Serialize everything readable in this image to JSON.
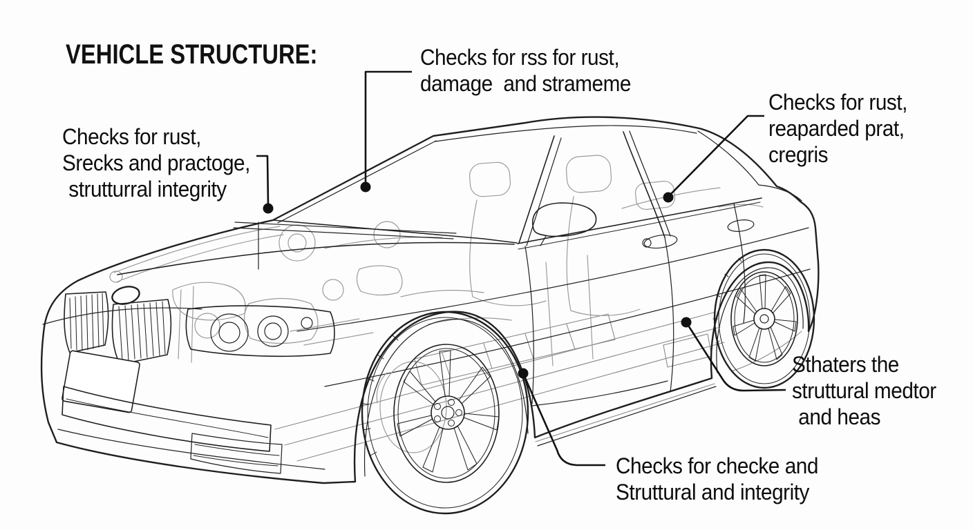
{
  "title": {
    "text": "VEHICLE STRUCTURE:"
  },
  "callouts": [
    {
      "name": "cowl-hood-area",
      "lines": [
        "Checks for rss for rust,",
        "damage  and strameme"
      ]
    },
    {
      "name": "b-pillar-area",
      "lines": [
        "Checks for rust,",
        "reaparded prat,",
        "cregris"
      ]
    },
    {
      "name": "front-fender-area",
      "lines": [
        "Checks for rust,",
        "Srecks and practoge,",
        "strutturral integrity"
      ]
    },
    {
      "name": "rear-rocker-area",
      "lines": [
        "Sthaters the",
        "struttural medtor",
        "and heas"
      ]
    },
    {
      "name": "sill-area",
      "lines": [
        "Checks for checke and",
        "Struttural and integrity"
      ]
    }
  ],
  "illustration": {
    "subject": "sedan x-ray cutaway line drawing",
    "colors": {
      "ink": "#1f1f1f",
      "interior_gray": "#9b9b9b",
      "underbody_gray": "#8a8a8a",
      "label_text": "#0d0d0d",
      "background": "#fdfdfd"
    }
  }
}
